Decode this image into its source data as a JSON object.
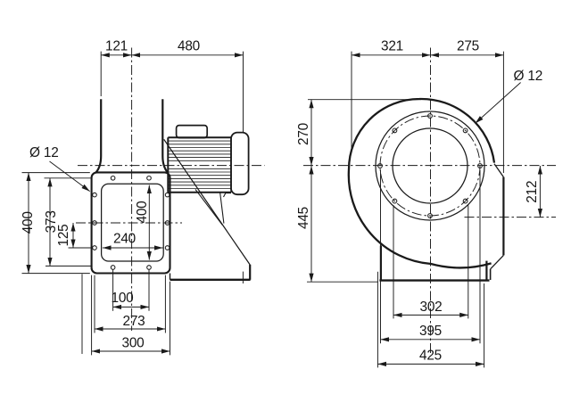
{
  "drawing": {
    "title": "Centrifugal fan dimensional drawing",
    "background": "#ffffff",
    "line_color": "#1a1a1a",
    "views": {
      "left": "side view with motor",
      "right": "front view with volute housing"
    }
  },
  "side_view": {
    "duct_to_center": "121",
    "center_to_motor": "480",
    "hole_diameter": "Ø 12",
    "plate_height": "400",
    "hole_rows_span": "373",
    "hole_row_offset": "125",
    "opening_width": "240",
    "opening_height": "400",
    "base_hole_spacing": "100",
    "hole_cols_span": "273",
    "plate_width": "300"
  },
  "front_view": {
    "center_to_left_edge": "321",
    "center_to_outlet": "275",
    "hole_diameter": "Ø 12",
    "top_to_axis": "270",
    "axis_to_base": "445",
    "axis_to_outlet_axis": "212",
    "base_holes_span": "302",
    "flange_holes_span": "395",
    "base_width": "425"
  }
}
